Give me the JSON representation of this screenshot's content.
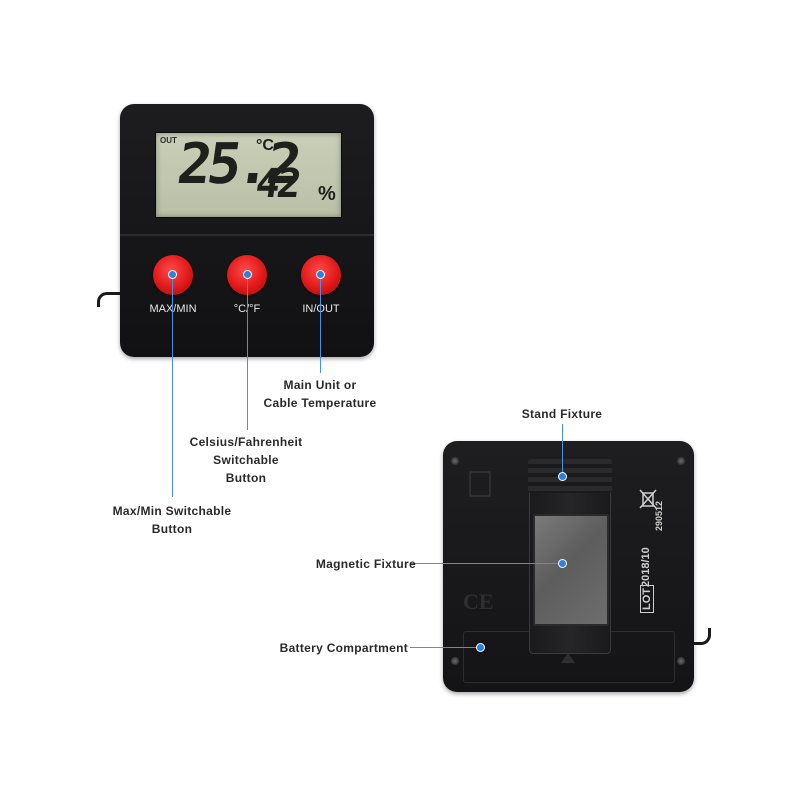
{
  "front_device": {
    "lcd": {
      "mode": "OUT",
      "temperature": "25.2",
      "temperature_unit": "°C",
      "humidity": "42",
      "humidity_unit": "%"
    },
    "buttons": [
      {
        "label": "MAX/MIN"
      },
      {
        "label": "°C/°F"
      },
      {
        "label": "IN/OUT"
      }
    ]
  },
  "back_device": {
    "lot_label": "LOT",
    "lot_date": "2018/10",
    "code": "290512",
    "ce_mark": "CE"
  },
  "callouts": {
    "in_out": [
      "Main Unit or",
      "Cable Temperature"
    ],
    "c_f": [
      "Celsius/Fahrenheit",
      "Switchable",
      "Button"
    ],
    "max_min": [
      "Max/Min Switchable",
      "Button"
    ],
    "stand": "Stand Fixture",
    "magnet": "Magnetic Fixture",
    "battery": "Battery Compartment"
  },
  "colors": {
    "callout_line": "#4a90e2",
    "button_red": "#e01818",
    "lcd_background": "#c2c8b0",
    "device_body": "#161618"
  }
}
